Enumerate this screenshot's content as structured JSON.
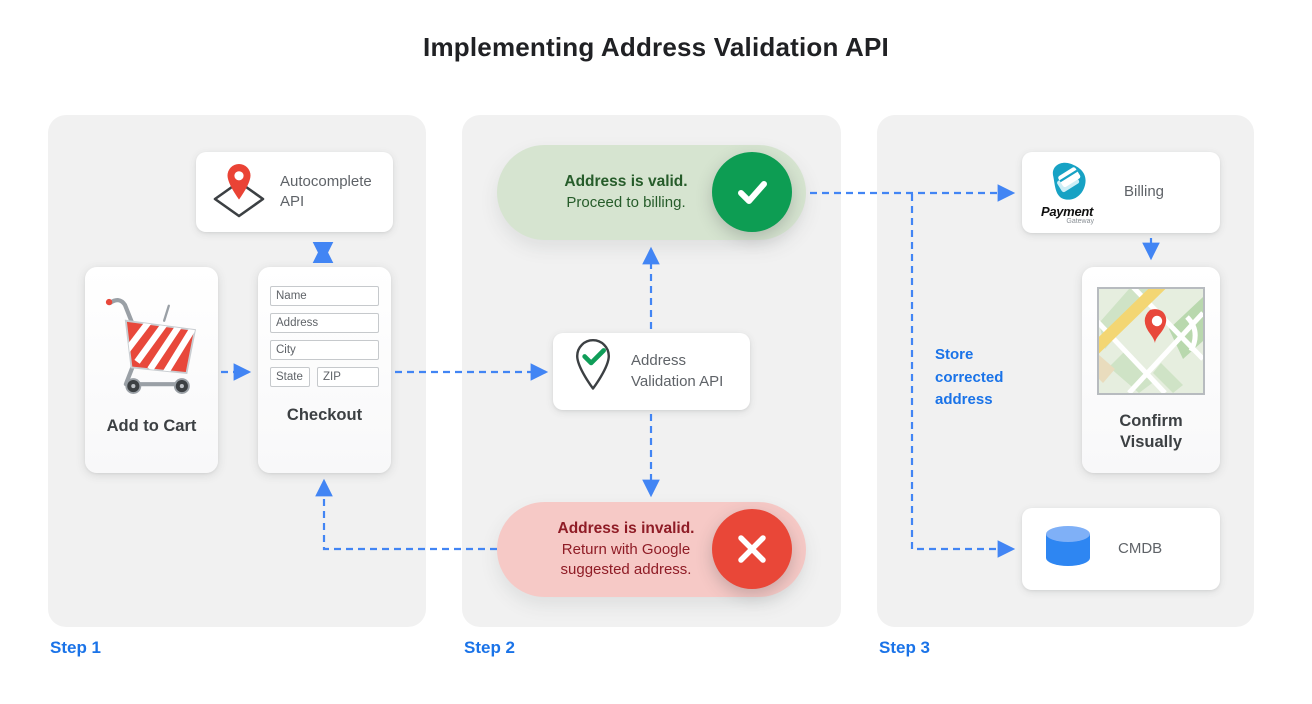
{
  "title": "Implementing Address Validation API",
  "colors": {
    "accent_blue": "#1a73e8",
    "arrow_blue": "#4285f4",
    "panel_bg": "#f1f1f1",
    "valid_green": "#0d9d53",
    "valid_pill_bg": "#d6e4d0",
    "valid_text": "#265c2a",
    "invalid_red": "#e94738",
    "invalid_pill_bg": "#f6c9c6",
    "invalid_text": "#8f1c26",
    "card_label_gray": "#5f6368",
    "caption_gray": "#3c4043",
    "title_color": "#202124"
  },
  "step1": {
    "label": "Step 1",
    "autocomplete_card": {
      "label": "Autocomplete API",
      "icon": "map-pin-diamond-icon"
    },
    "add_to_cart_card": {
      "label": "Add to Cart",
      "icon": "shopping-cart-icon"
    },
    "checkout_card": {
      "label": "Checkout",
      "fields": [
        "Name",
        "Address",
        "City",
        "State",
        "ZIP"
      ]
    }
  },
  "step2": {
    "label": "Step 2",
    "valid_pill": {
      "title": "Address is valid.",
      "subtitle": "Proceed to billing.",
      "icon": "checkmark-icon"
    },
    "validation_card": {
      "label": "Address Validation API",
      "icon": "pin-check-icon"
    },
    "invalid_pill": {
      "title": "Address is invalid.",
      "subtitle": "Return with Google suggested address.",
      "icon": "x-icon"
    }
  },
  "step3": {
    "label": "Step 3",
    "billing_card": {
      "label": "Billing",
      "logo_title": "Payment",
      "logo_subtitle": "Gateway",
      "icon": "payment-gateway-logo"
    },
    "confirm_card": {
      "label": "Confirm Visually",
      "icon": "map-image"
    },
    "cmdb_card": {
      "label": "CMDB",
      "icon": "database-icon"
    },
    "store_note": "Store corrected address"
  }
}
